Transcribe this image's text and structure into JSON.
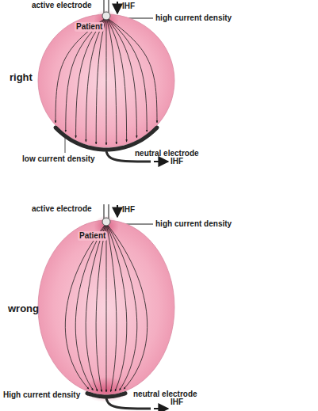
{
  "diagram": {
    "nodes": [
      {
        "text": [
          "Patient"
        ]
      },
      {
        "text": [
          "Patient"
        ]
      }
    ],
    "labels": [
      "right",
      "active electrode",
      "IHF",
      "high current density",
      "low current density",
      "neutral electrode",
      "IHF",
      "wrong",
      "active electrode",
      "IHF",
      "high current density",
      "High current density",
      "neutral electrode",
      "IHF"
    ]
  }
}
